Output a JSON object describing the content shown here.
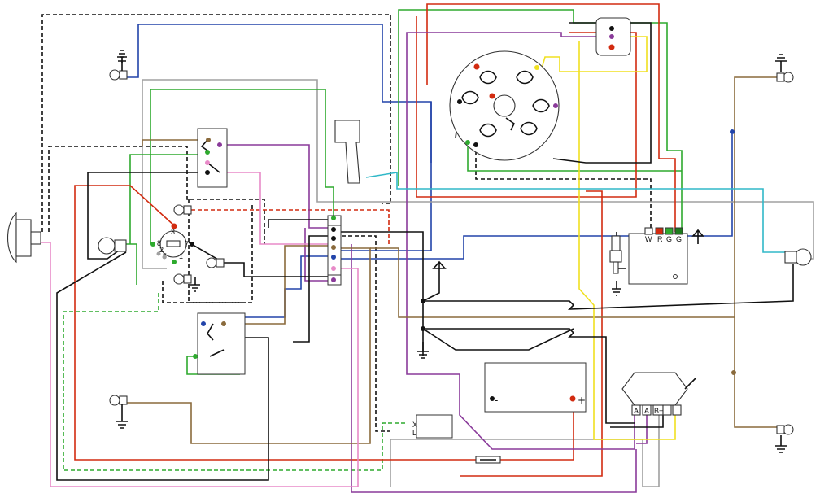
{
  "colors": {
    "black": "#111111",
    "red": "#d22b10",
    "green": "#2eaa2e",
    "dark_green": "#1e7a1e",
    "blue": "#2244aa",
    "purple": "#8a3a9a",
    "brown": "#8a6a3c",
    "pink": "#e88ac8",
    "grey": "#a0a0a0",
    "yellow": "#f0e020",
    "cyan": "#30b8c8"
  },
  "regulator": {
    "terminals": [
      "W",
      "R",
      "G",
      "G"
    ]
  },
  "battery": {
    "minus": "-",
    "plus": "+"
  },
  "ignition_switch": {
    "positions": [
      "3",
      "8",
      "2",
      "5",
      "7",
      "1"
    ]
  },
  "cdi_unit": {
    "terminals": [
      "A",
      "A",
      "B+"
    ]
  },
  "relay": {
    "terminals": [
      "X",
      "L"
    ]
  },
  "icons": [
    "headlamp-icon",
    "bulb-icon",
    "ground-icon",
    "stator-coil-icon",
    "horn-icon",
    "fuse-icon",
    "spark-plug-icon"
  ]
}
